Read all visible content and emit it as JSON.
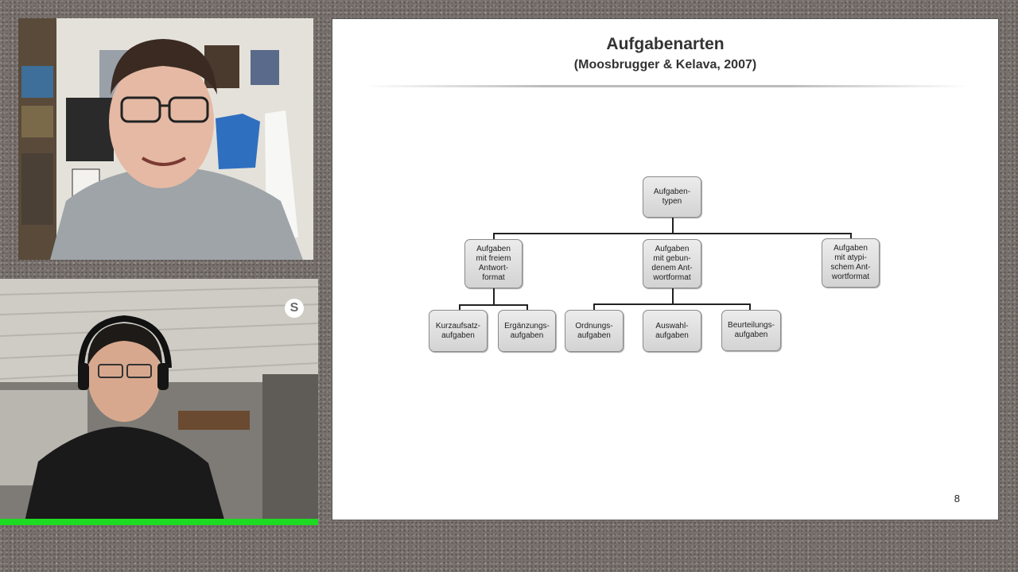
{
  "slide": {
    "title": "Aufgabenarten",
    "subtitle": "(Moosbrugger & Kelava, 2007)",
    "page_number": "8",
    "diagram": {
      "root": "Aufgaben-\ntypen",
      "level1": [
        "Aufgaben\nmit freiem\nAntwort-\nformat",
        "Aufgaben\nmit gebun-\ndenem Ant-\nwortformat",
        "Aufgaben\nmit atypi-\nschem Ant-\nwortformat"
      ],
      "level2": [
        "Kurzaufsatz-\naufgaben",
        "Ergänzungs-\naufgaben",
        "Ordnungs-\naufgaben",
        "Auswahl-\naufgaben",
        "Beurteilungs-\naufgaben"
      ]
    }
  },
  "participants": {
    "top_video": "presenter-video",
    "bottom_video": "participant-video",
    "skype_icon": "S",
    "active_speaker_color": "#1ddb22"
  }
}
